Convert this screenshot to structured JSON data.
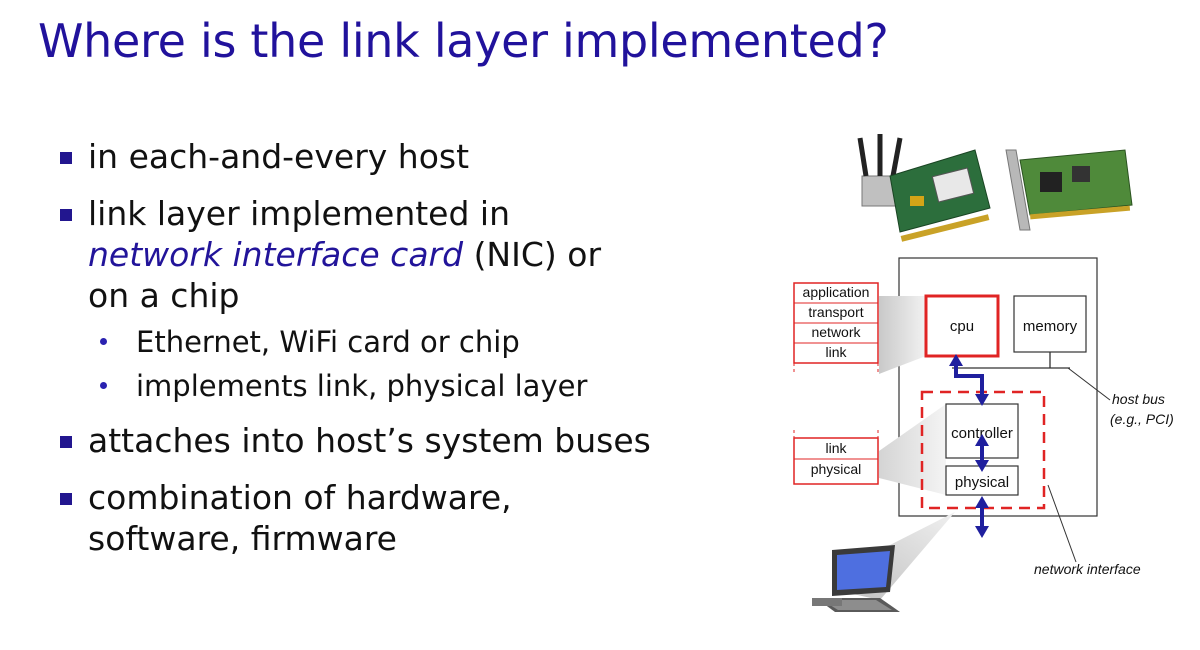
{
  "title": "Where is the link layer implemented?",
  "bullets": [
    {
      "text": "in each-and-every host"
    },
    {
      "pre": "link layer implemented in",
      "em": "network interface card",
      "post": "(NIC) or",
      "tail": "on a chip",
      "sub": [
        "Ethernet, WiFi card or chip",
        "implements link, physical layer"
      ]
    },
    {
      "text": "attaches into host’s system buses"
    },
    {
      "line1": "combination of hardware,",
      "line2": "software, firmware"
    }
  ],
  "diagram": {
    "host_stack": [
      "application",
      "transport",
      "network",
      "link"
    ],
    "nic_stack": [
      "link",
      "physical"
    ],
    "cpu": "cpu",
    "memory": "memory",
    "controller": "controller",
    "physical": "physical",
    "host_bus_line1": "host bus",
    "host_bus_line2": "(e.g., PCI)",
    "network_interface": "network interface",
    "colors": {
      "red": "#e02424",
      "blue": "#1f1f9e",
      "title": "#21129c"
    }
  }
}
